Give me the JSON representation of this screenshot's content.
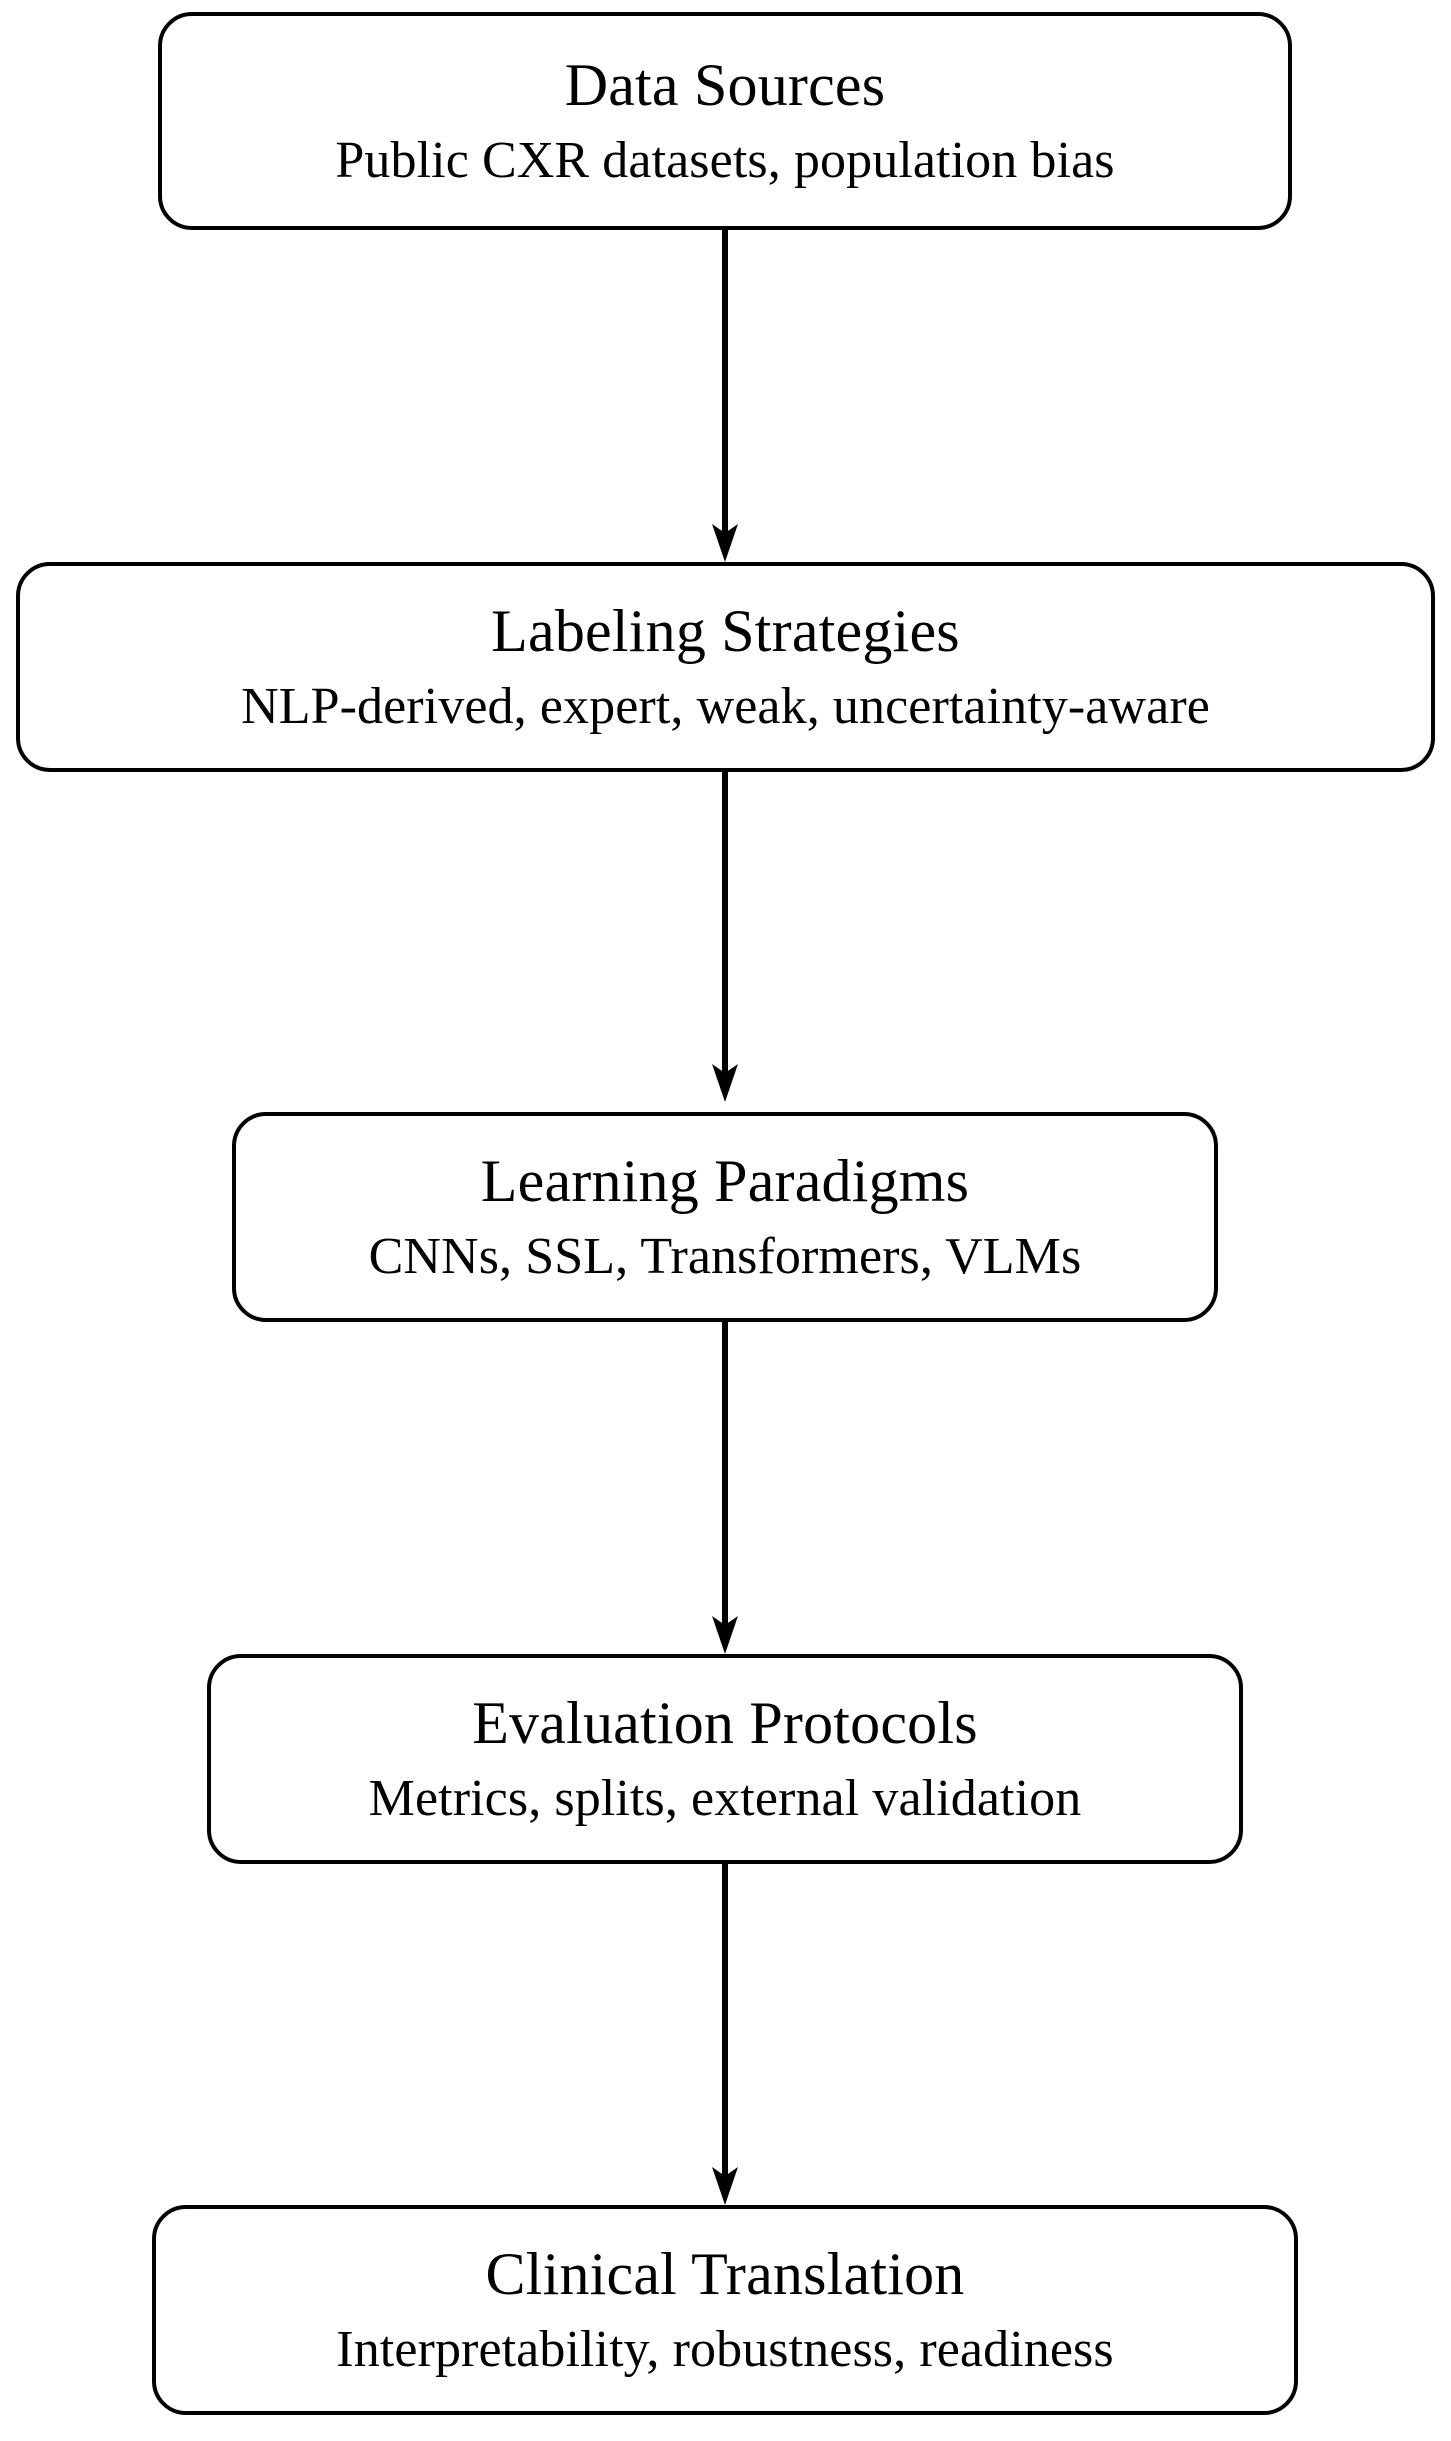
{
  "diagram": {
    "type": "flowchart",
    "orientation": "top-to-bottom",
    "background_color": "#ffffff",
    "stroke_color": "#000000",
    "text_color": "#000000",
    "nodes": [
      {
        "id": "data-sources",
        "title": "Data Sources",
        "subtitle": "Public CXR datasets, population bias"
      },
      {
        "id": "labeling-strategies",
        "title": "Labeling Strategies",
        "subtitle": "NLP-derived, expert, weak, uncertainty-aware"
      },
      {
        "id": "learning-paradigms",
        "title": "Learning Paradigms",
        "subtitle": "CNNs, SSL, Transformers, VLMs"
      },
      {
        "id": "evaluation-protocols",
        "title": "Evaluation Protocols",
        "subtitle": "Metrics, splits, external validation"
      },
      {
        "id": "clinical-translation",
        "title": "Clinical Translation",
        "subtitle": "Interpretability, robustness, readiness"
      }
    ],
    "edges": [
      {
        "id": "edge-1",
        "from": "data-sources",
        "to": "labeling-strategies",
        "arrowhead": "filled-triangle"
      },
      {
        "id": "edge-2",
        "from": "labeling-strategies",
        "to": "learning-paradigms",
        "arrowhead": "filled-triangle"
      },
      {
        "id": "edge-3",
        "from": "learning-paradigms",
        "to": "evaluation-protocols",
        "arrowhead": "filled-triangle"
      },
      {
        "id": "edge-4",
        "from": "evaluation-protocols",
        "to": "clinical-translation",
        "arrowhead": "filled-triangle"
      }
    ]
  }
}
